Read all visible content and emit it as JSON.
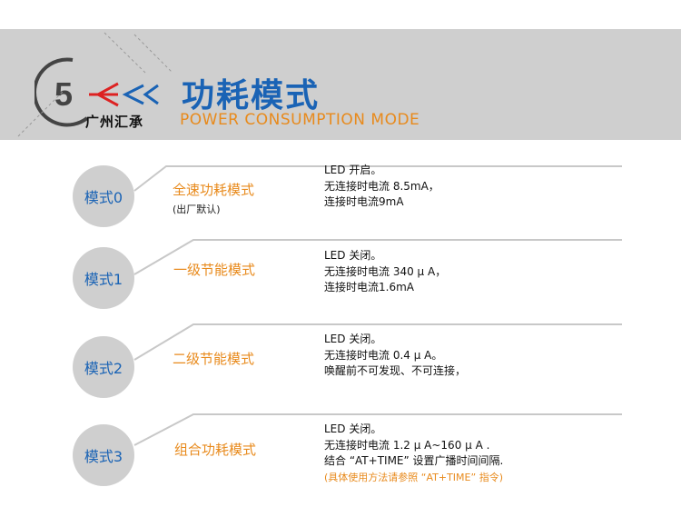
{
  "header": {
    "badge_number": "5",
    "brand": "广州汇承",
    "title_cn": "功耗模式",
    "title_en": "POWER CONSUMPTION MODE"
  },
  "colors": {
    "blue": "#1a63b5",
    "orange": "#e88a1c",
    "gray": "#cfcfcf"
  },
  "modes": [
    {
      "badge": "模式0",
      "name": "全速功耗模式",
      "sub": "(出厂默认)",
      "lines": [
        "LED 开启。",
        "无连接时电流 8.5mA，",
        "连接时电流9mA"
      ]
    },
    {
      "badge": "模式1",
      "name": "一级节能模式",
      "lines": [
        "LED 关闭。",
        "无连接时电流 340 μ A，",
        "连接时电流1.6mA"
      ]
    },
    {
      "badge": "模式2",
      "name": "二级节能模式",
      "lines": [
        "LED 关闭。",
        "无连接时电流 0.4 μ A。",
        "唤醒前不可发现、不可连接，"
      ]
    },
    {
      "badge": "模式3",
      "name": "组合功耗模式",
      "lines": [
        "LED 关闭。",
        "无连接时电流 1.2 μ A~160 μ A .",
        "结合 “AT+TIME” 设置广播时间间隔."
      ],
      "note": "(具体使用方法请参照 “AT+TIME” 指令)"
    }
  ]
}
